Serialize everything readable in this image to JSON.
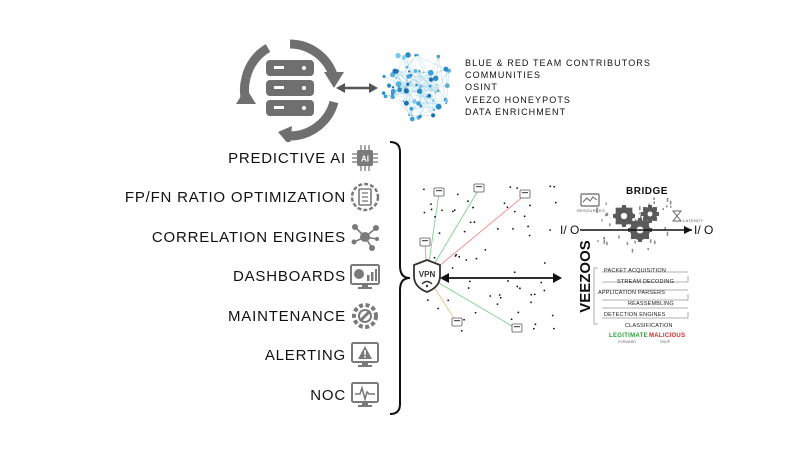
{
  "data_sources": [
    "BLUE & RED TEAM CONTRIBUTORS",
    "COMMUNITIES",
    "OSINT",
    "VEEZO HONEYPOTS",
    "DATA ENRICHMENT"
  ],
  "features": [
    {
      "label": "PREDICTIVE AI",
      "icon": "ai-chip-icon",
      "badge": "AI"
    },
    {
      "label": "FP/FN RATIO OPTIMIZATION",
      "icon": "checklist-gear-icon"
    },
    {
      "label": "CORRELATION ENGINES",
      "icon": "network-nodes-icon"
    },
    {
      "label": "DASHBOARDS",
      "icon": "dashboard-chart-icon"
    },
    {
      "label": "MAINTENANCE",
      "icon": "wrench-gear-icon"
    },
    {
      "label": "ALERTING",
      "icon": "warning-monitor-icon"
    },
    {
      "label": "NOC",
      "icon": "heartbeat-monitor-icon"
    }
  ],
  "vpn": {
    "label": "VPN"
  },
  "bridge": {
    "title": "BRIDGE",
    "resources": "RESOURCES",
    "latency": "LATENCY",
    "io_left": "I/ O",
    "io_right": "I/ O"
  },
  "veezoos": {
    "label": "VEEZOOS",
    "stages": [
      "PACKET ACQUISITION",
      "STREAM DECODING",
      "APPLICATION PARSERS",
      "REASSEMBLING",
      "DETECTION ENGINES",
      "CLASSIFICATION"
    ],
    "legitimate": {
      "label": "LEGITIMATE",
      "sub": "FORWARD",
      "color": "#2e9d3a"
    },
    "malicious": {
      "label": "MALICIOUS",
      "sub": "DROP",
      "color": "#d62a2a"
    }
  },
  "colors": {
    "icon_gray": "#7a7a7a",
    "dark": "#222222",
    "link_green": "#7fd18a",
    "link_red": "#f08a8a"
  }
}
